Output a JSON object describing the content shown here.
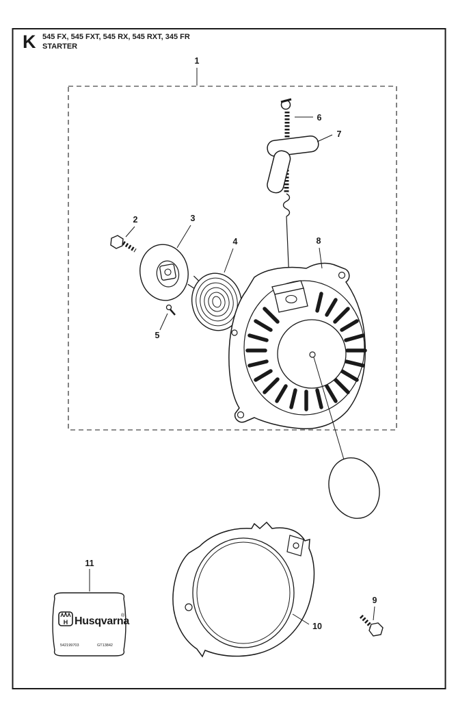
{
  "header": {
    "section_letter": "K",
    "models": "545 FX, 545 FXT, 545 RX, 545 RXT, 345 FR",
    "section_title": "STARTER"
  },
  "callouts": {
    "n1": "1",
    "n2": "2",
    "n3": "3",
    "n4": "4",
    "n5": "5",
    "n6": "6",
    "n7": "7",
    "n8": "8",
    "n9": "9",
    "n10": "10",
    "n11": "11"
  },
  "decal": {
    "logo_h": "H",
    "brand": "Husqvarna",
    "reg_mark": "®",
    "fine_print_left": "542199703",
    "fine_print_right": "GT13842"
  },
  "colors": {
    "ink": "#1a1a1a",
    "paper": "#ffffff"
  }
}
